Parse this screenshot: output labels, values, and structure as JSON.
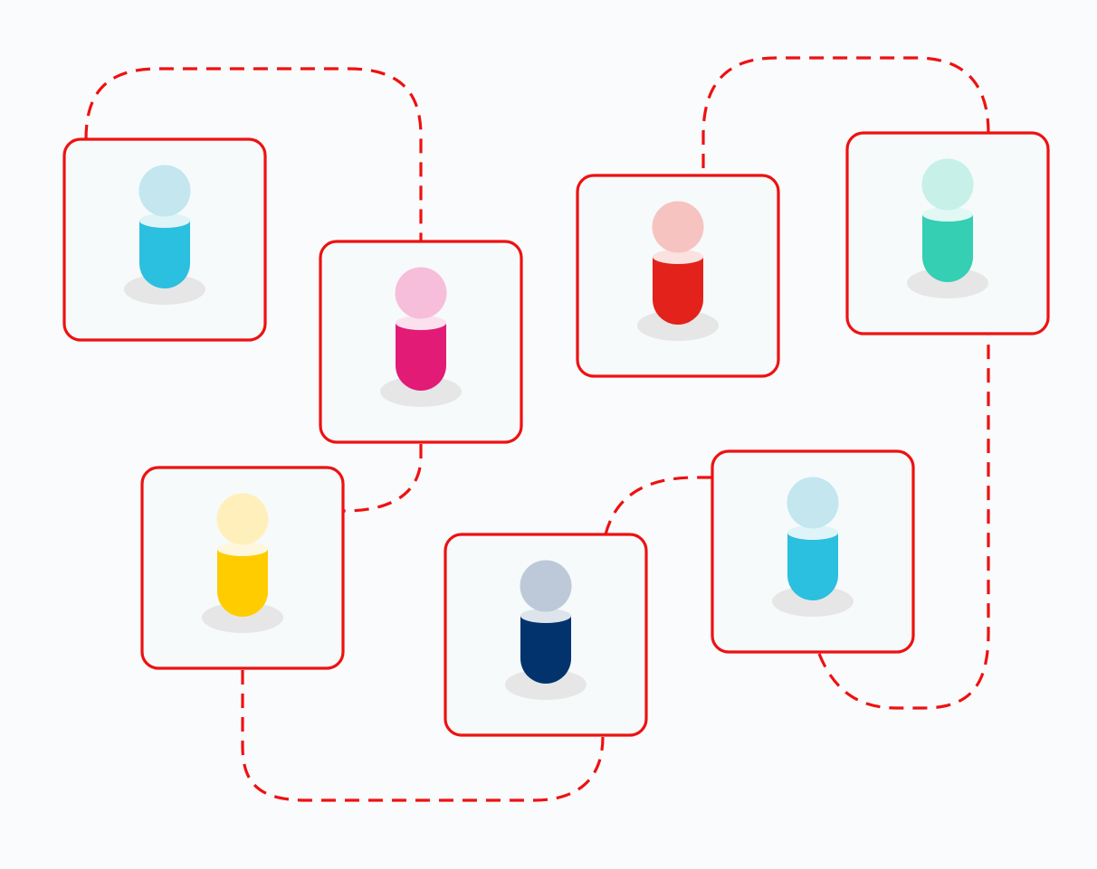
{
  "colors": {
    "background": "#fafbfc",
    "card_fill": "#f6fafb",
    "card_border": "#ee1111",
    "connector": "#ee1111",
    "shadow": "#e6e6e6"
  },
  "people": [
    {
      "id": "p1",
      "icon": "person-icon",
      "body": "#2bbfe0",
      "head": "#c3e6ef",
      "collar": "#dff4f9"
    },
    {
      "id": "p2",
      "icon": "person-icon",
      "body": "#e21b77",
      "head": "#f6bedb",
      "collar": "#fbe1ee"
    },
    {
      "id": "p3",
      "icon": "person-icon",
      "body": "#e2221b",
      "head": "#f6c3c1",
      "collar": "#fbe1df"
    },
    {
      "id": "p4",
      "icon": "person-icon",
      "body": "#35cfb3",
      "head": "#c7f0e8",
      "collar": "#e2f8f4"
    },
    {
      "id": "p5",
      "icon": "person-icon",
      "body": "#ffcc00",
      "head": "#fff0bb",
      "collar": "#fff7dd"
    },
    {
      "id": "p6",
      "icon": "person-icon",
      "body": "#02336d",
      "head": "#bdc9d9",
      "collar": "#dde4ec"
    },
    {
      "id": "p7",
      "icon": "person-icon",
      "body": "#2bbfe0",
      "head": "#c3e6ef",
      "collar": "#dff4f9"
    }
  ],
  "connections": [
    {
      "from": "p1",
      "to": "p2"
    },
    {
      "from": "p2",
      "to": "p5"
    },
    {
      "from": "p5",
      "to": "p6"
    },
    {
      "from": "p6",
      "to": "p7"
    },
    {
      "from": "p7",
      "to": "p4"
    },
    {
      "from": "p4",
      "to": "p3"
    }
  ]
}
